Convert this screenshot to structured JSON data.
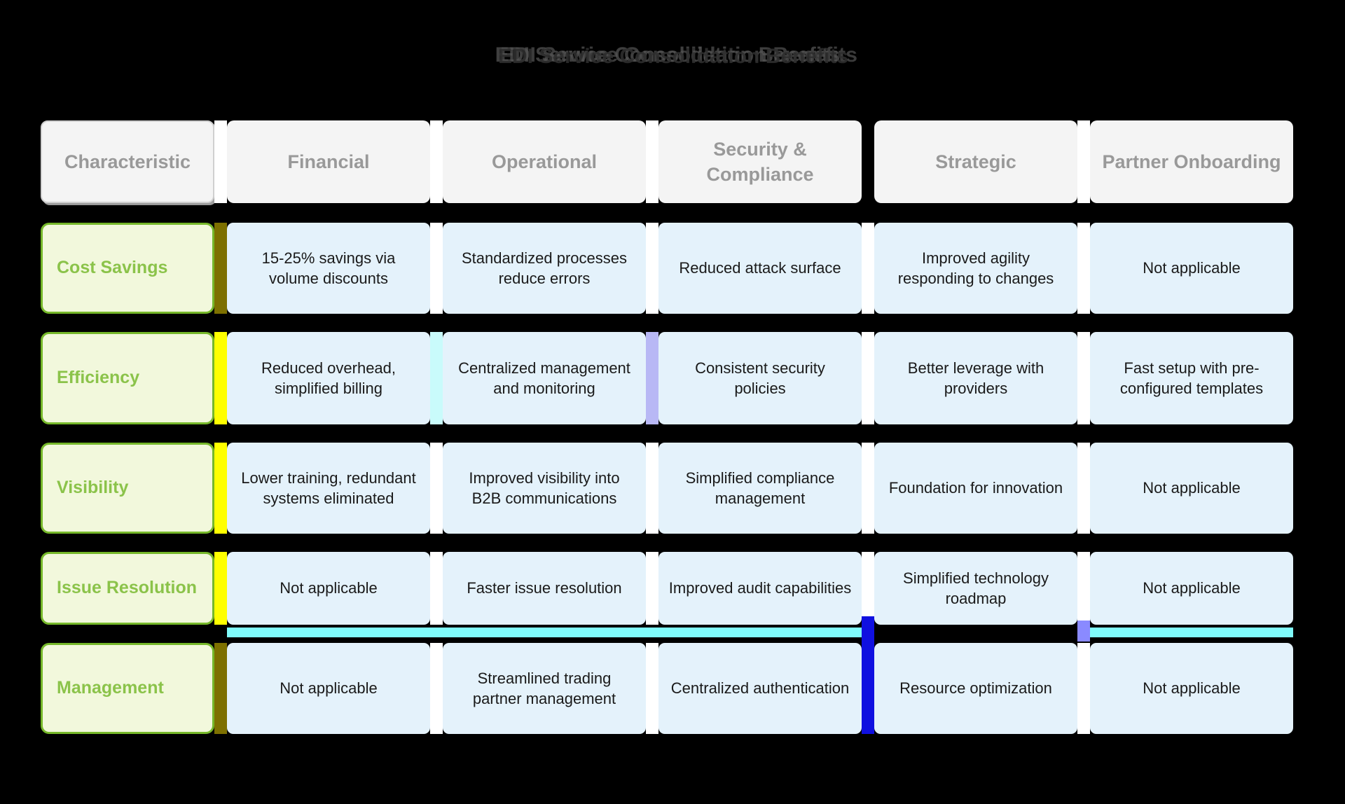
{
  "title": "EDI Service Consolidation Benefits",
  "theme": {
    "page_background": "#000000",
    "header_cell_background": "#f4f4f4",
    "header_text": "#999999",
    "label_cell_background": "#f2f8dc",
    "label_cell_border": "#76b82a",
    "label_text": "#8bc34a",
    "data_cell_background": "#e4f2fb",
    "data_text": "#1a1a1a",
    "title_text": "#3c3c3c",
    "artifact_yellow": "#ffff00",
    "artifact_olive": "#7d7000",
    "artifact_cyan": "#7ffbfb",
    "artifact_lavender": "#b8b8f5",
    "artifact_blue": "#1010e0"
  },
  "table": {
    "columns": [
      "Characteristic",
      "Financial",
      "Operational",
      "Security & Compliance",
      "Strategic",
      "Partner Onboarding"
    ],
    "rows": [
      {
        "label": "Cost Savings",
        "cells": [
          "15-25% savings via volume discounts",
          "Standardized processes reduce errors",
          "Reduced attack surface",
          "Improved agility responding to changes",
          "Not applicable"
        ]
      },
      {
        "label": "Efficiency",
        "cells": [
          "Reduced overhead, simplified billing",
          "Centralized management and monitoring",
          "Consistent security policies",
          "Better leverage with providers",
          "Fast setup with pre-configured templates"
        ]
      },
      {
        "label": "Visibility",
        "cells": [
          "Lower training, redundant systems eliminated",
          "Improved visibility into B2B communications",
          "Simplified compliance management",
          "Foundation for innovation",
          "Not applicable"
        ]
      },
      {
        "label": "Issue Resolution",
        "cells": [
          "Not applicable",
          "Faster issue resolution",
          "Improved audit capabilities",
          "Simplified technology roadmap",
          "Not applicable"
        ]
      },
      {
        "label": "Management",
        "cells": [
          "Not applicable",
          "Streamlined trading partner management",
          "Centralized authentication",
          "Resource optimization",
          "Not applicable"
        ]
      }
    ]
  }
}
